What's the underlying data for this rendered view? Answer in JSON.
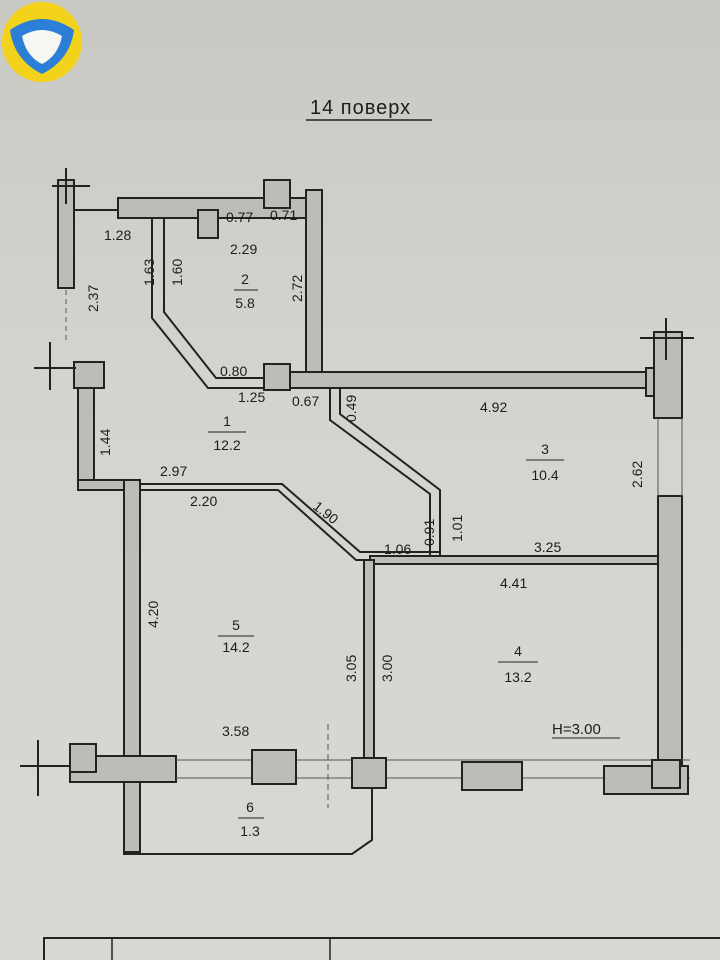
{
  "floor_title": "14 поверх",
  "ceiling_height": "H=3.00",
  "rooms": [
    {
      "number": "1",
      "area": "12.2"
    },
    {
      "number": "2",
      "area": "5.8"
    },
    {
      "number": "3",
      "area": "10.4"
    },
    {
      "number": "4",
      "area": "13.2"
    },
    {
      "number": "5",
      "area": "14.2"
    },
    {
      "number": "6",
      "area": "1.3"
    }
  ],
  "dimensions": {
    "d_077": "0.77",
    "d_071": "0.71",
    "d_128": "1.28",
    "d_229": "2.29",
    "d_163": "1.63",
    "d_160": "1.60",
    "d_272": "2.72",
    "d_237": "2.37",
    "d_080": "0.80",
    "d_125": "1.25",
    "d_067": "0.67",
    "d_049": "0.49",
    "d_492": "4.92",
    "d_144": "1.44",
    "d_262": "2.62",
    "d_297": "2.97",
    "d_220": "2.20",
    "d_190": "1.90",
    "d_091": "0.91",
    "d_101": "1.01",
    "d_106": "1.06",
    "d_325": "3.25",
    "d_441": "4.41",
    "d_420": "4.20",
    "d_305": "3.05",
    "d_300": "3.00",
    "d_358": "3.58"
  },
  "colors": {
    "logo_yellow": "#f2d21b",
    "logo_blue": "#2b7fd6"
  }
}
